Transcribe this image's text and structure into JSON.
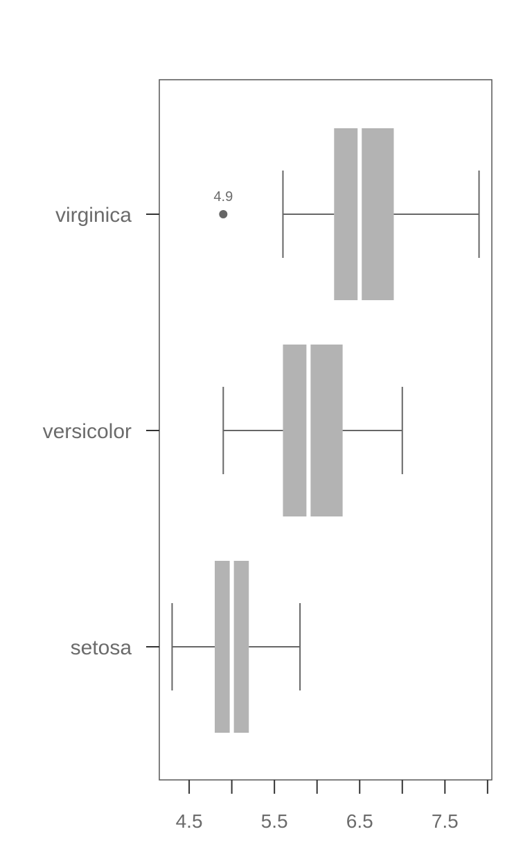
{
  "chart_data": {
    "type": "boxplot",
    "orientation": "horizontal",
    "categories": [
      "setosa",
      "versicolor",
      "virginica"
    ],
    "boxes": [
      {
        "name": "setosa",
        "whisker_low": 4.3,
        "q1": 4.8,
        "median": 5.0,
        "q3": 5.2,
        "whisker_high": 5.8,
        "outliers": []
      },
      {
        "name": "versicolor",
        "whisker_low": 4.9,
        "q1": 5.6,
        "median": 5.9,
        "q3": 6.3,
        "whisker_high": 7.0,
        "outliers": []
      },
      {
        "name": "virginica",
        "whisker_low": 5.6,
        "q1": 6.2,
        "median": 6.5,
        "q3": 6.9,
        "whisker_high": 7.9,
        "outliers": [
          {
            "value": 4.9,
            "label": "4.9"
          }
        ]
      }
    ],
    "xticks": [
      4.5,
      5.0,
      5.5,
      6.0,
      6.5,
      7.0,
      7.5,
      8.0
    ],
    "xtick_labels": [
      "4.5",
      "",
      "5.5",
      "",
      "6.5",
      "",
      "7.5",
      ""
    ],
    "xlim": [
      4.15,
      8.05
    ],
    "colors": {
      "box": "#b3b3b3",
      "median": "#ffffff",
      "line": "#666666",
      "frame": "#555555",
      "text": "#6b6b6b"
    },
    "title": "",
    "xlabel": "",
    "ylabel": "",
    "grid": false
  }
}
